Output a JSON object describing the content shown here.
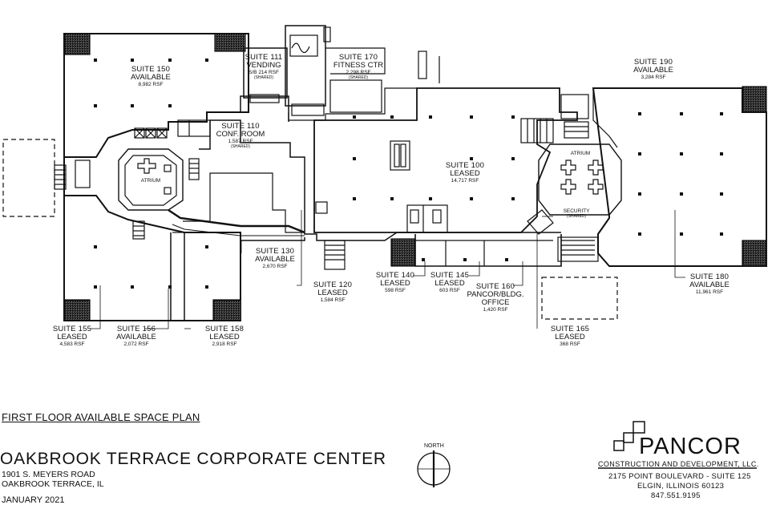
{
  "suites": {
    "s150": {
      "name": "SUITE 150",
      "status": "AVAILABLE",
      "area": "8,982 RSF"
    },
    "s111": {
      "name": "SUITE 111",
      "status": "VENDING",
      "area": "S/B 214 RSF",
      "note": "(SHARED)"
    },
    "s170": {
      "name": "SUITE 170",
      "status": "FITNESS CTR",
      "area": "2,298 RSF",
      "note": "(SHARED)"
    },
    "s190": {
      "name": "SUITE 190",
      "status": "AVAILABLE",
      "area": "3,284 RSF"
    },
    "s110": {
      "name": "SUITE 110",
      "status": "CONF. ROOM",
      "area": "1,587 RSF",
      "note": "(SHARED)"
    },
    "s100": {
      "name": "SUITE 100",
      "status": "LEASED",
      "area": "14,717 RSF"
    },
    "s130": {
      "name": "SUITE 130",
      "status": "AVAILABLE",
      "area": "2,670 RSF"
    },
    "s120": {
      "name": "SUITE 120",
      "status": "LEASED",
      "area": "1,584 RSF"
    },
    "s140": {
      "name": "SUITE 140",
      "status": "LEASED",
      "area": "598 RSF"
    },
    "s145": {
      "name": "SUITE 145",
      "status": "LEASED",
      "area": "603 RSF"
    },
    "s160": {
      "name": "SUITE 160",
      "status": "PANCOR/BLDG.",
      "status2": "OFFICE",
      "area": "1,420 RSF"
    },
    "s180": {
      "name": "SUITE 180",
      "status": "AVAILABLE",
      "area": "11,961 RSF"
    },
    "s165": {
      "name": "SUITE 165",
      "status": "LEASED",
      "area": "368 RSF"
    },
    "s155": {
      "name": "SUITE 155",
      "status": "LEASED",
      "area": "4,583 RSF"
    },
    "s156": {
      "name": "SUITE 156",
      "status": "AVAILABLE",
      "area": "2,072 RSF"
    },
    "s158": {
      "name": "SUITE 158",
      "status": "LEASED",
      "area": "2,918 RSF"
    }
  },
  "labels": {
    "atrium_west": "ATRIUM",
    "atrium_east": "ATRIUM",
    "security": "SECURITY",
    "security_note": "(SHARED)"
  },
  "title_block": {
    "plan_title": "FIRST FLOOR AVAILABLE SPACE PLAN",
    "building": "OAKBROOK TERRACE CORPORATE CENTER",
    "address1": "1901 S. MEYERS ROAD",
    "address2": "OAKBROOK TERRACE, IL",
    "date": "JANUARY 2021",
    "north": "NORTH"
  },
  "company": {
    "name": "PANCOR",
    "subtitle": "CONSTRUCTION AND DEVELOPMENT, LLC.",
    "address1": "2175 POINT BOULEVARD - SUITE 125",
    "address2": "ELGIN, ILLINOIS 60123",
    "phone": "847.551.9195"
  }
}
